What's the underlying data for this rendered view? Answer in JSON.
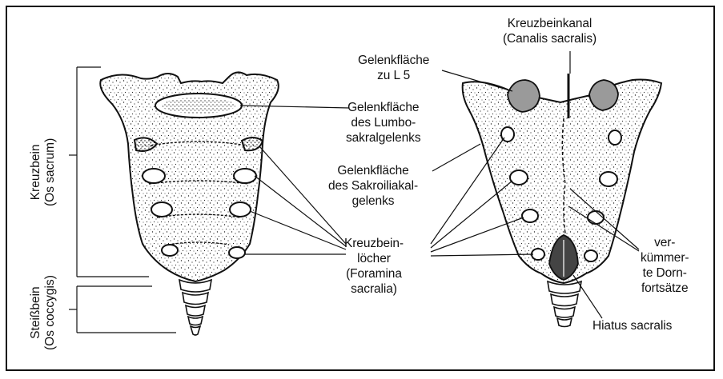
{
  "labels": {
    "kreuzbeinkanal": [
      "Kreuzbeinkanal",
      "(Canalis sacralis)"
    ],
    "gelenkflaeche_l5": [
      "Gelenkfläche",
      "zu L 5"
    ],
    "lumbosakral": [
      "Gelenkfläche",
      "des Lumbo-",
      "sakralgelenks"
    ],
    "sakroiliakal": [
      "Gelenkfläche",
      "des Sakroiliakal-",
      "gelenks"
    ],
    "foramina": [
      "Kreuzbein-",
      "löcher",
      "(Foramina",
      "sacralia)"
    ],
    "dornfortsaetze": [
      "ver-",
      "kümmer-",
      "te Dorn-",
      "fortsätze"
    ],
    "hiatus": "Hiatus sacralis",
    "kreuzbein": [
      "Kreuzbein",
      "(Os sacrum)"
    ],
    "steissbein": [
      "Steißbein",
      "(Os coccygis)"
    ]
  },
  "colors": {
    "ink": "#111111",
    "facet_fill": "#9a9a9a",
    "bone_fill": "#ffffff"
  }
}
